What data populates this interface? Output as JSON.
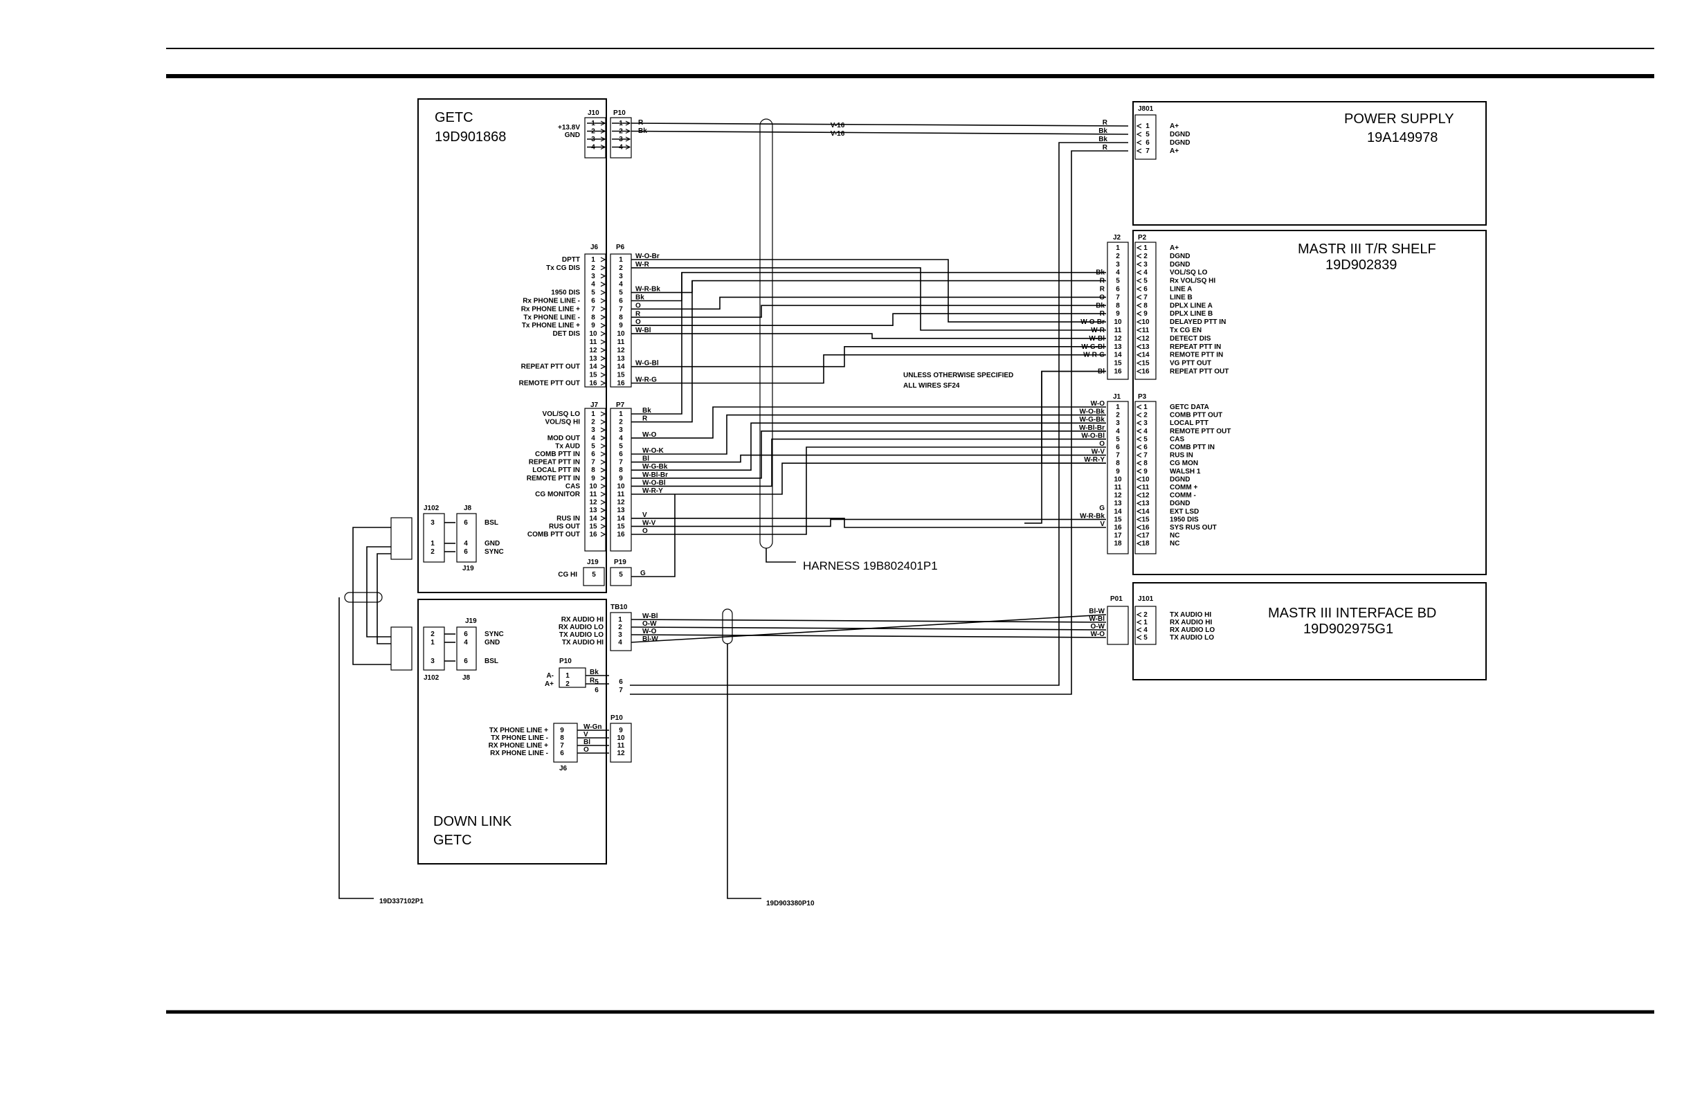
{
  "blocks": {
    "getc": {
      "title": "GETC",
      "part": "19D901868"
    },
    "power": {
      "title": "POWER   SUPPLY",
      "part": "19A149978"
    },
    "shelf": {
      "title": "MASTR III T/R SHELF",
      "part": "19D902839"
    },
    "iface": {
      "title": "MASTR III INTERFACE BD",
      "part": "19D902975G1"
    },
    "downlink": {
      "title": "DOWN  LINK",
      "part": "GETC"
    }
  },
  "harness": {
    "main": "HARNESS 19B802401P1",
    "cable1": "19D337102P1",
    "cable2": "19D903380P10"
  },
  "connectors": {
    "j10": "J10",
    "p10": "P10",
    "j6": "J6",
    "p6": "P6",
    "j7": "J7",
    "p7": "P7",
    "j19": "J19",
    "p19": "P19",
    "j801": "J801",
    "j2": "J2",
    "p2": "P2",
    "j1": "J1",
    "p3": "P3",
    "p01": "P01",
    "j101": "J101",
    "tb10": "TB10",
    "j102": "J102",
    "j8": "J8"
  },
  "note": {
    "line1": "UNLESS OTHERWISE SPECIFIED",
    "line2": "ALL WIRES SF24"
  },
  "j10_labels": [
    "+13.8V",
    "GND"
  ],
  "p10_colors": [
    "R",
    "Bk"
  ],
  "v16": [
    "V-16",
    "V-16"
  ],
  "j801_colors": [
    "R",
    "Bk",
    "Bk",
    "R"
  ],
  "j801_labels": [
    "A+",
    "DGND",
    "DGND",
    "A+"
  ],
  "j801_pins": [
    "1",
    "5",
    "6",
    "7"
  ],
  "j6_labels": [
    "DPTT",
    "Tx CG DIS",
    "",
    "",
    "1950 DIS",
    "Rx PHONE LINE -",
    "Rx PHONE LINE +",
    "Tx PHONE LINE -",
    "Tx PHONE LINE +",
    "DET DIS",
    "",
    "",
    "",
    "REPEAT PTT OUT",
    "",
    "REMOTE PTT OUT"
  ],
  "p6_colors": [
    "W-O-Br",
    "W-R",
    "",
    "",
    "W-R-Bk",
    "Bk",
    "O",
    "R",
    "O",
    "W-Bl",
    "",
    "",
    "",
    "W-G-Bl",
    "",
    "W-R-G"
  ],
  "p2_colors": [
    "",
    "",
    "",
    "Bk",
    "R",
    "R",
    "O",
    "Bk",
    "R",
    "W-O-Br",
    "W-R",
    "W-Bl",
    "W-G-Bl",
    "W-R-G",
    "",
    "Bl"
  ],
  "p2_labels": [
    "A+",
    "DGND",
    "DGND",
    "VOL/SQ LO",
    "Rx VOL/SQ HI",
    "LINE A",
    "LINE B",
    "DPLX LINE A",
    "DPLX LINE B",
    "DELAYED PTT IN",
    "Tx CG EN",
    "DETECT DIS",
    "REPEAT PTT IN",
    "REMOTE PTT IN",
    "VG PTT OUT",
    "REPEAT PTT OUT"
  ],
  "j7_labels": [
    "VOL/SQ LO",
    "VOL/SQ HI",
    "",
    "MOD OUT",
    "Tx AUD",
    "COMB PTT IN",
    "REPEAT PTT IN",
    "LOCAL PTT IN",
    "REMOTE PTT IN",
    "CAS",
    "CG MONITOR",
    "",
    "",
    "RUS IN",
    "RUS OUT",
    "COMB PTT OUT"
  ],
  "p7_colors": [
    "Bk",
    "R",
    "",
    "W-O",
    "",
    "W-O-K",
    "Bl",
    "W-G-Bk",
    "W-Bl-Br",
    "W-O-Bl",
    "W-R-Y",
    "",
    "",
    "V",
    "W-V",
    "O"
  ],
  "p3_colors": [
    "W-O",
    "W-O-Bk",
    "W-G-Bk",
    "W-Bl-Br",
    "W-O-Bl",
    "O",
    "W-V",
    "W-R-Y",
    "",
    "",
    "",
    "",
    "",
    "G",
    "W-R-Bk",
    "V",
    "",
    ""
  ],
  "p3_labels": [
    "GETC DATA",
    "COMB PTT OUT",
    "LOCAL PTT",
    "REMOTE PTT OUT",
    "CAS",
    "COMB PTT IN",
    "RUS IN",
    "CG MON",
    "WALSH 1",
    "DGND",
    "COMM +",
    "COMM -",
    "DGND",
    "EXT LSD",
    "1950 DIS",
    "SYS RUS OUT",
    "NC",
    "NC"
  ],
  "j19_label": "CG HI",
  "j19_color": "G",
  "j19_pin": "5",
  "tb10_labels": [
    "RX AUDIO HI",
    "RX AUDIO LO",
    "TX AUDIO LO",
    "TX AUDIO HI"
  ],
  "tb10_colors": [
    "W-Bl",
    "O-W",
    "W-O",
    "Bl-W"
  ],
  "p01_colors": [
    "Bl-W",
    "W-Bl",
    "O-W",
    "W-O"
  ],
  "p01_pins": [
    "2",
    "1",
    "4",
    "5"
  ],
  "j101_labels": [
    "TX AUDIO HI",
    "RX AUDIO HI",
    "RX AUDIO LO",
    "TX AUDIO LO"
  ],
  "dl_p10": {
    "labels": [
      "A-",
      "A+"
    ],
    "colors": [
      "Bk",
      "R"
    ],
    "pins": [
      "1",
      "2"
    ],
    "outpins": [
      "5",
      "6"
    ],
    "tbpins": [
      "6",
      "7"
    ]
  },
  "dl_p10b": {
    "labels": [
      "TX PHONE LINE +",
      "TX PHONE LINE -",
      "RX PHONE LINE +",
      "RX PHONE LINE -"
    ],
    "colors": [
      "W-Gn",
      "V",
      "Bl",
      "O"
    ],
    "pins": [
      "9",
      "8",
      "7",
      "6"
    ],
    "outpins": [
      "9",
      "10",
      "11",
      "12"
    ]
  },
  "j102_top": {
    "pins": [
      "3",
      "1",
      "2"
    ],
    "j8pins": [
      "6",
      "4",
      "6"
    ],
    "labels": [
      "BSL",
      "GND",
      "SYNC"
    ]
  },
  "j102_bot": {
    "pins": [
      "2",
      "1",
      "3"
    ],
    "j8pins": [
      "6",
      "4",
      "6"
    ],
    "labels": [
      "SYNC",
      "GND",
      "BSL"
    ]
  },
  "pin_names": {
    "j19": "J19",
    "j102": "J102",
    "j8": "J8"
  }
}
